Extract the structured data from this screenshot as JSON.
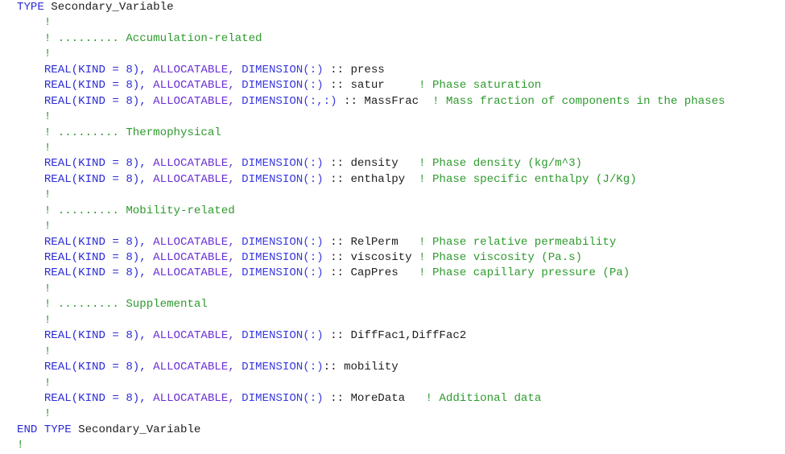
{
  "editor": {
    "lines": [
      [
        [
          "kw",
          "TYPE "
        ],
        [
          "id",
          "Secondary_Variable"
        ]
      ],
      [
        [
          "id",
          "    "
        ],
        [
          "cm",
          "!"
        ]
      ],
      [
        [
          "id",
          "    "
        ],
        [
          "cm",
          "! ......... Accumulation-related"
        ]
      ],
      [
        [
          "id",
          "    "
        ],
        [
          "cm",
          "!"
        ]
      ],
      [
        [
          "id",
          "    "
        ],
        [
          "kw",
          "REAL(KIND = 8), "
        ],
        [
          "attr",
          "ALLOCATABLE, "
        ],
        [
          "dim",
          "DIMENSION(:) "
        ],
        [
          "id",
          ":: press"
        ]
      ],
      [
        [
          "id",
          "    "
        ],
        [
          "kw",
          "REAL(KIND = 8), "
        ],
        [
          "attr",
          "ALLOCATABLE, "
        ],
        [
          "dim",
          "DIMENSION(:) "
        ],
        [
          "id",
          ":: satur     "
        ],
        [
          "cm",
          "! Phase saturation"
        ]
      ],
      [
        [
          "id",
          "    "
        ],
        [
          "kw",
          "REAL(KIND = 8), "
        ],
        [
          "attr",
          "ALLOCATABLE, "
        ],
        [
          "dim",
          "DIMENSION(:,:) "
        ],
        [
          "id",
          ":: MassFrac  "
        ],
        [
          "cm",
          "! Mass fraction of components in the phases"
        ]
      ],
      [
        [
          "id",
          "    "
        ],
        [
          "cm",
          "!"
        ]
      ],
      [
        [
          "id",
          "    "
        ],
        [
          "cm",
          "! ......... Thermophysical"
        ]
      ],
      [
        [
          "id",
          "    "
        ],
        [
          "cm",
          "!"
        ]
      ],
      [
        [
          "id",
          "    "
        ],
        [
          "kw",
          "REAL(KIND = 8), "
        ],
        [
          "attr",
          "ALLOCATABLE, "
        ],
        [
          "dim",
          "DIMENSION(:) "
        ],
        [
          "id",
          ":: density   "
        ],
        [
          "cm",
          "! Phase density (kg/m^3)"
        ]
      ],
      [
        [
          "id",
          "    "
        ],
        [
          "kw",
          "REAL(KIND = 8), "
        ],
        [
          "attr",
          "ALLOCATABLE, "
        ],
        [
          "dim",
          "DIMENSION(:) "
        ],
        [
          "id",
          ":: enthalpy  "
        ],
        [
          "cm",
          "! Phase specific enthalpy (J/Kg)"
        ]
      ],
      [
        [
          "id",
          "    "
        ],
        [
          "cm",
          "!"
        ]
      ],
      [
        [
          "id",
          "    "
        ],
        [
          "cm",
          "! ......... Mobility-related"
        ]
      ],
      [
        [
          "id",
          "    "
        ],
        [
          "cm",
          "!"
        ]
      ],
      [
        [
          "id",
          "    "
        ],
        [
          "kw",
          "REAL(KIND = 8), "
        ],
        [
          "attr",
          "ALLOCATABLE, "
        ],
        [
          "dim",
          "DIMENSION(:) "
        ],
        [
          "id",
          ":: RelPerm   "
        ],
        [
          "cm",
          "! Phase relative permeability"
        ]
      ],
      [
        [
          "id",
          "    "
        ],
        [
          "kw",
          "REAL(KIND = 8), "
        ],
        [
          "attr",
          "ALLOCATABLE, "
        ],
        [
          "dim",
          "DIMENSION(:) "
        ],
        [
          "id",
          ":: viscosity "
        ],
        [
          "cm",
          "! Phase viscosity (Pa.s)"
        ]
      ],
      [
        [
          "id",
          "    "
        ],
        [
          "kw",
          "REAL(KIND = 8), "
        ],
        [
          "attr",
          "ALLOCATABLE, "
        ],
        [
          "dim",
          "DIMENSION(:) "
        ],
        [
          "id",
          ":: CapPres   "
        ],
        [
          "cm",
          "! Phase capillary pressure (Pa)"
        ]
      ],
      [
        [
          "id",
          "    "
        ],
        [
          "cm",
          "!"
        ]
      ],
      [
        [
          "id",
          "    "
        ],
        [
          "cm",
          "! ......... Supplemental"
        ]
      ],
      [
        [
          "id",
          "    "
        ],
        [
          "cm",
          "!"
        ]
      ],
      [
        [
          "id",
          "    "
        ],
        [
          "kw",
          "REAL(KIND = 8), "
        ],
        [
          "attr",
          "ALLOCATABLE, "
        ],
        [
          "dim",
          "DIMENSION(:) "
        ],
        [
          "id",
          ":: DiffFac1,DiffFac2"
        ]
      ],
      [
        [
          "id",
          "    "
        ],
        [
          "cm",
          "!"
        ]
      ],
      [
        [
          "id",
          "    "
        ],
        [
          "kw",
          "REAL(KIND = 8), "
        ],
        [
          "attr",
          "ALLOCATABLE, "
        ],
        [
          "dim",
          "DIMENSION(:)"
        ],
        [
          "id",
          ":: mobility"
        ]
      ],
      [
        [
          "id",
          "    "
        ],
        [
          "cm",
          "!"
        ]
      ],
      [
        [
          "id",
          "    "
        ],
        [
          "kw",
          "REAL(KIND = 8), "
        ],
        [
          "attr",
          "ALLOCATABLE, "
        ],
        [
          "dim",
          "DIMENSION(:) "
        ],
        [
          "id",
          ":: MoreData   "
        ],
        [
          "cm",
          "! Additional data"
        ]
      ],
      [
        [
          "id",
          "    "
        ],
        [
          "cm",
          "!"
        ]
      ],
      [
        [
          "kw",
          "END TYPE "
        ],
        [
          "id",
          "Secondary_Variable"
        ]
      ],
      [
        [
          "cm",
          "!"
        ]
      ]
    ]
  }
}
